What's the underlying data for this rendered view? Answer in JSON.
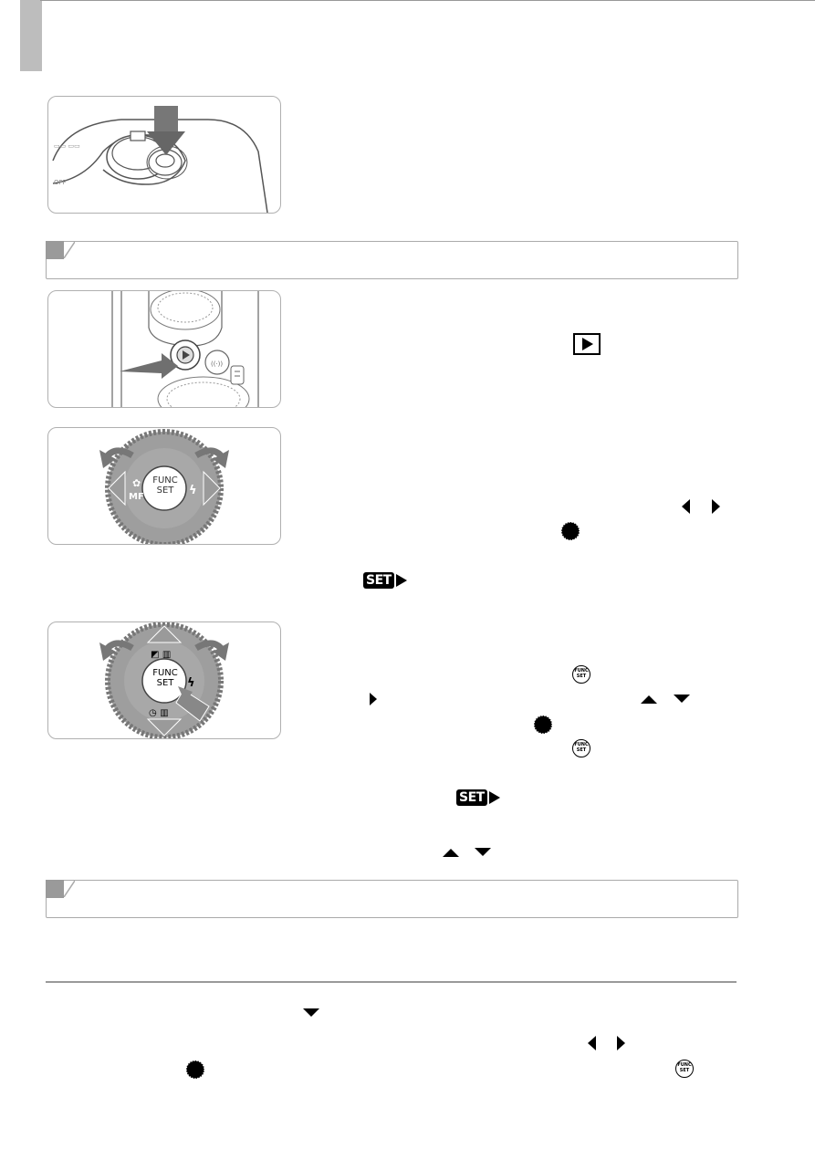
{
  "page": {
    "play_glyph": "play-button-icon",
    "set_label": "SET",
    "func_lines": [
      "FUNC",
      "SET"
    ]
  },
  "illustrations": [
    {
      "name": "shutter-press",
      "icon": "shutter-button-icon"
    },
    {
      "name": "playback-press",
      "icon": "playback-button-icon"
    },
    {
      "name": "control-dial-left-right",
      "icon": "control-dial-icon",
      "dial_labels": [
        "FUNC",
        "SET"
      ]
    },
    {
      "name": "control-dial-up-down-press",
      "icon": "control-dial-icon",
      "dial_labels": [
        "FUNC",
        "SET"
      ]
    }
  ],
  "colors": {
    "tab": "#bdbdbd",
    "frame": "#b0b0b0",
    "section_marker": "#9a9a9a",
    "dial": "#9e9e9e"
  }
}
